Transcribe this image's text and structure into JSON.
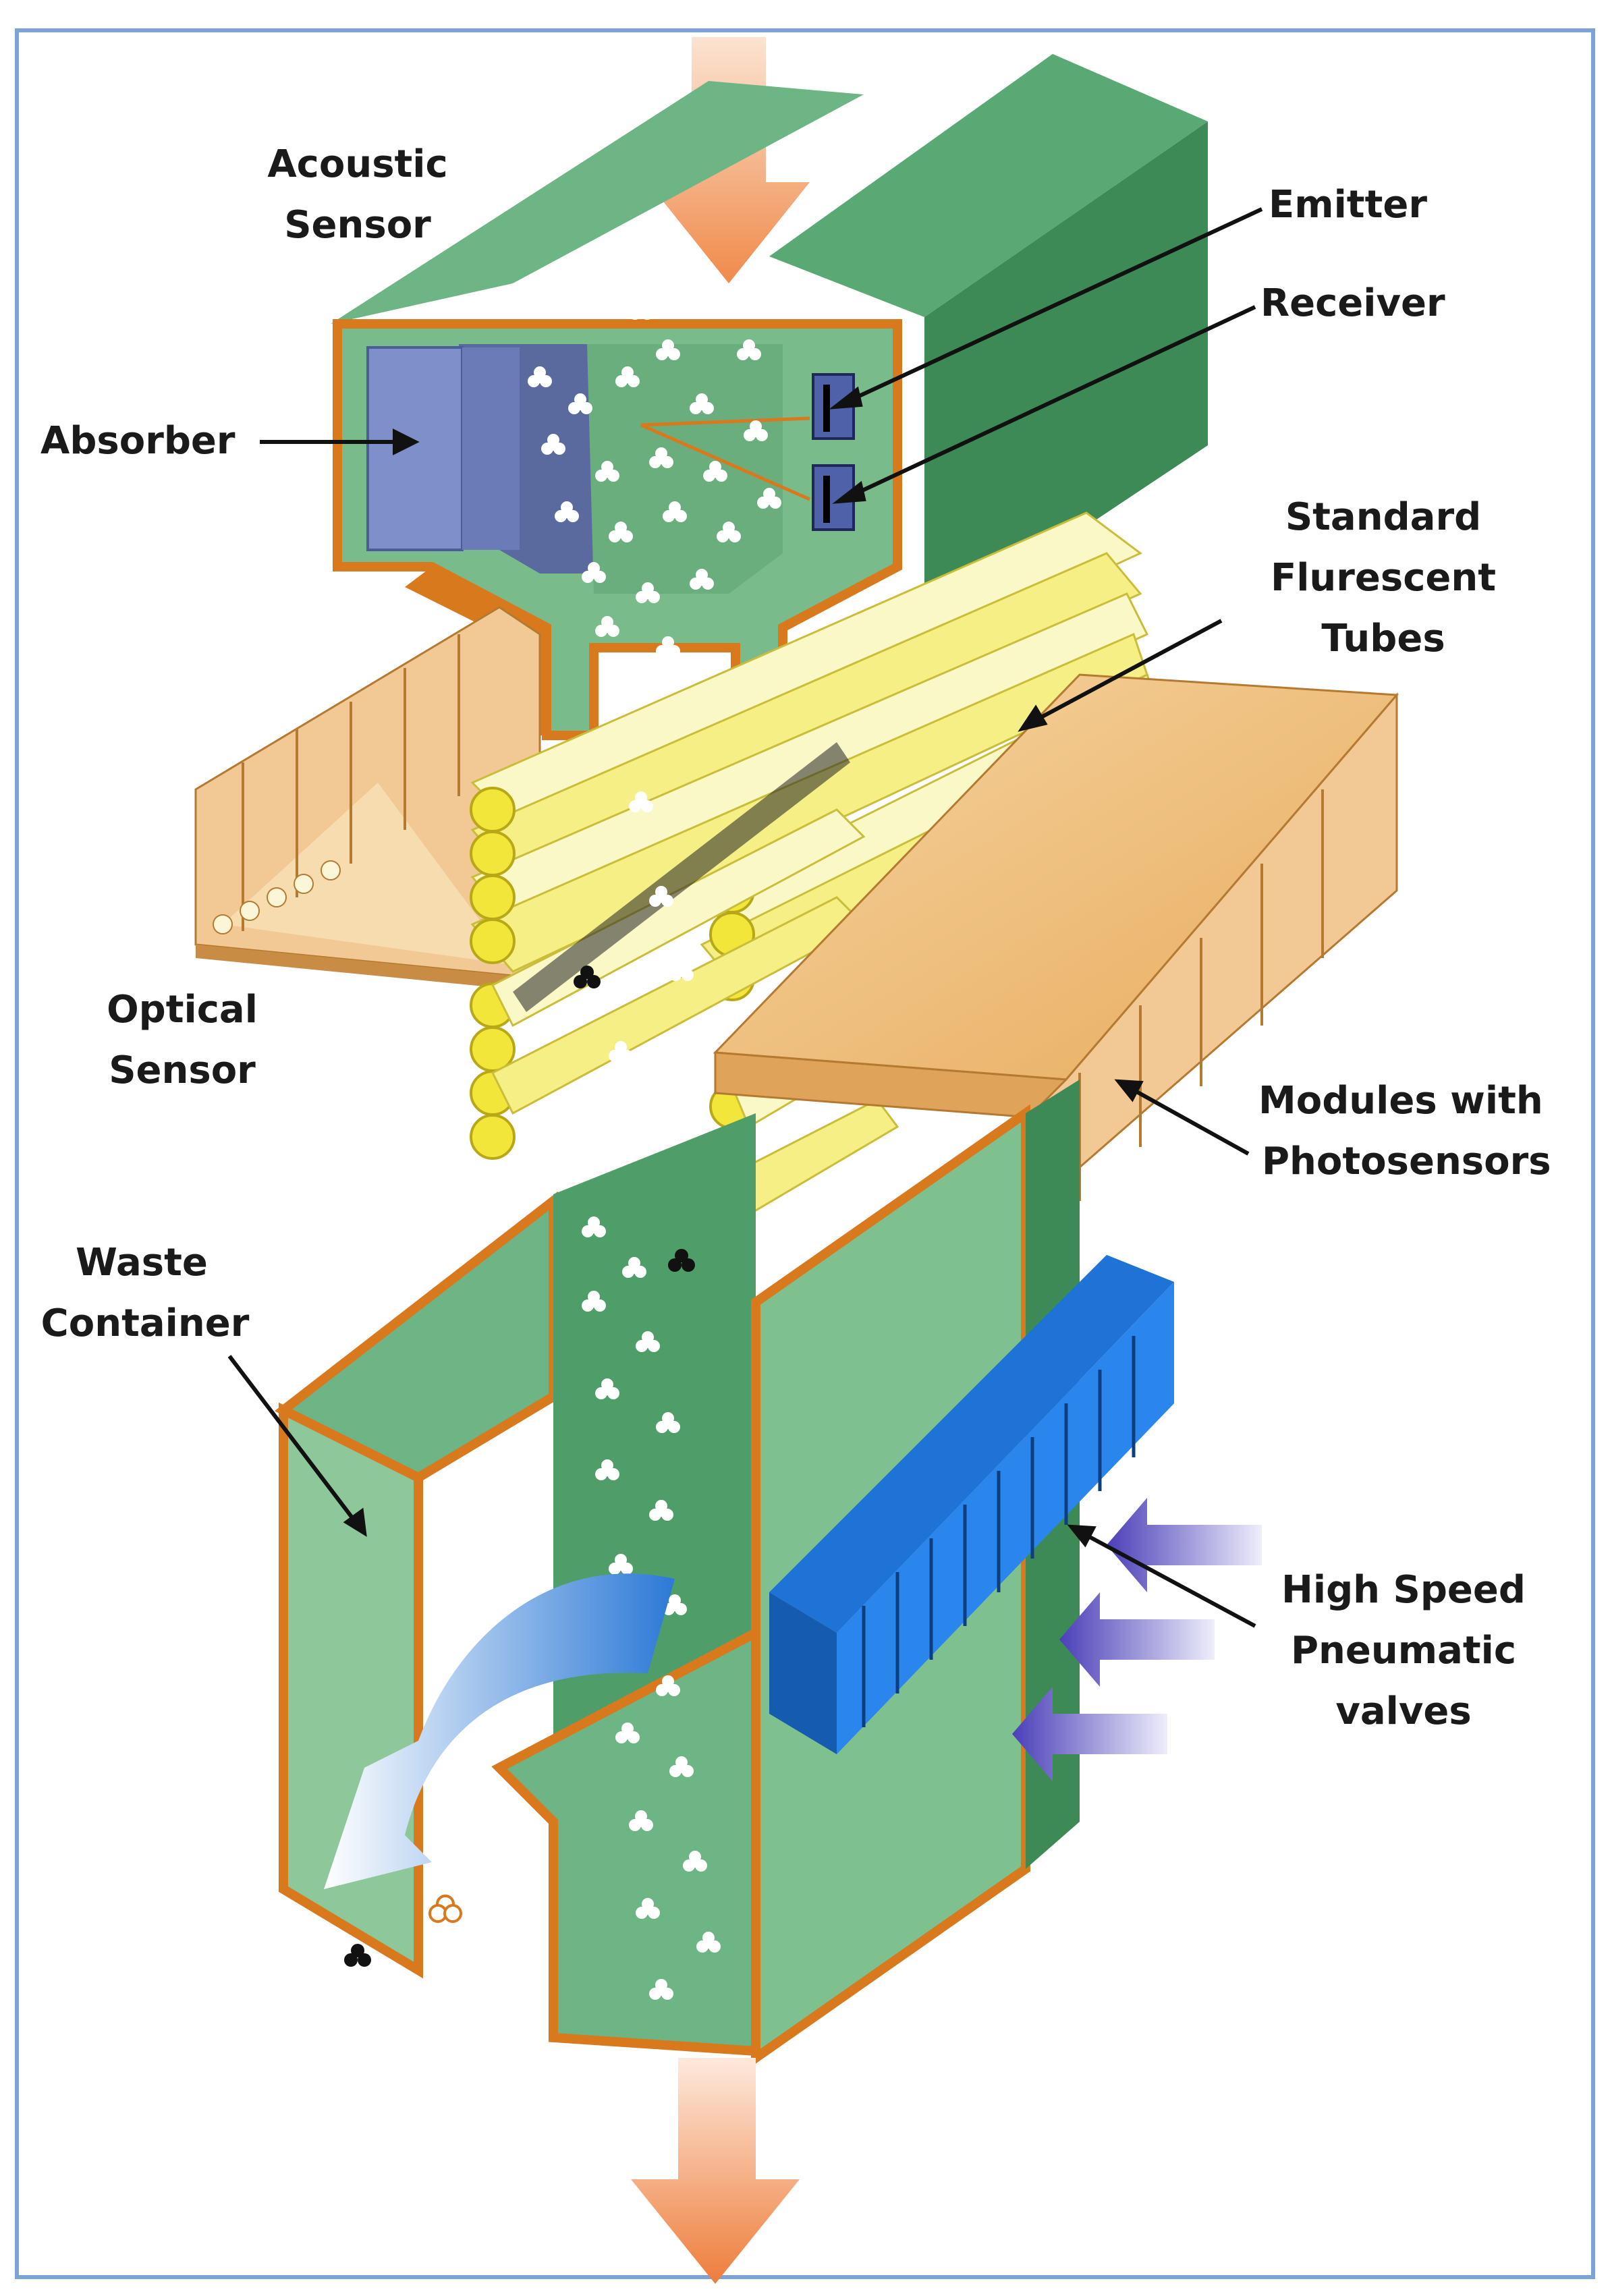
{
  "labels": {
    "acoustic_sensor": [
      "Acoustic",
      "Sensor"
    ],
    "emitter": "Emitter",
    "receiver": "Receiver",
    "absorber": "Absorber",
    "standard_fluorescent_tubes": [
      "Standard",
      "Flurescent",
      "Tubes"
    ],
    "optical_sensor": [
      "Optical",
      "Sensor"
    ],
    "modules_with_photosensors": [
      "Modules with",
      "Photosensors"
    ],
    "waste_container": [
      "Waste",
      "Container"
    ],
    "high_speed_pneumatic_valves": [
      "High Speed",
      "Pneumatic",
      "valves"
    ]
  },
  "colors": {
    "frame_border": "#7da3d6",
    "green_light": "#8dc79a",
    "green_mid": "#5aa873",
    "green_dark": "#3d8a57",
    "orange_edge": "#d9791e",
    "absorber_blue": "#7f8fc9",
    "tube_yellow": "#f3ec6a",
    "tube_cream": "#fbf8c8",
    "photo_module_tan": "#f0c27f",
    "valve_blue": "#1f72d6",
    "flow_arrow_orange": "#f29860",
    "air_arrow_purple": "#8a87d6",
    "cotton_white": "#ffffff",
    "contaminant_black": "#111111"
  }
}
